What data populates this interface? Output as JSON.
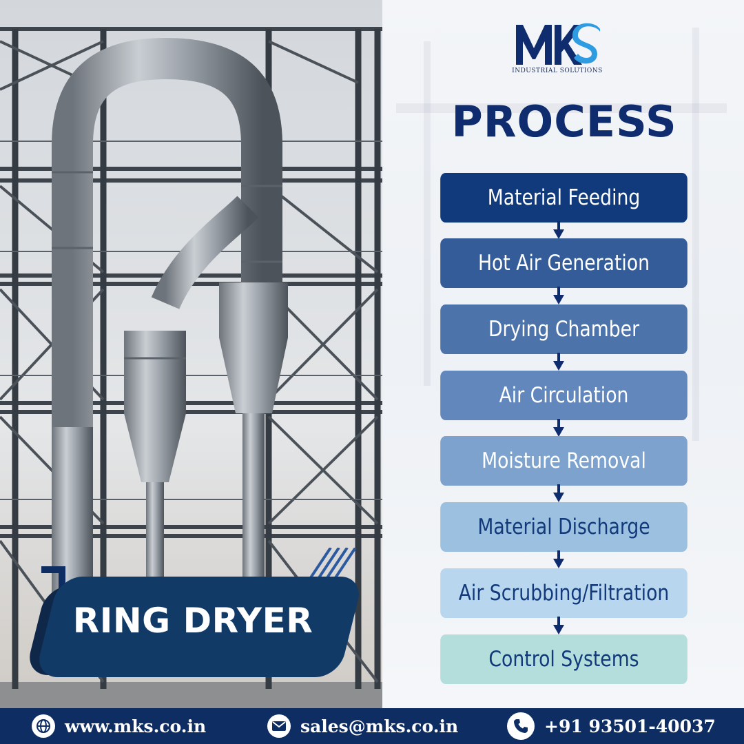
{
  "brand": {
    "logo_text": "MKS",
    "tagline": "INDUSTRIAL SOLUTIONS",
    "colors": {
      "primary": "#0f2d6e",
      "accent": "#2f9be0"
    }
  },
  "title": "PROCESS",
  "steps": [
    {
      "label": "Material Feeding",
      "bg": "#103a7c",
      "fg": "#ffffff"
    },
    {
      "label": "Hot Air Generation",
      "bg": "#345c98",
      "fg": "#ffffff"
    },
    {
      "label": "Drying Chamber",
      "bg": "#4d73ab",
      "fg": "#ffffff"
    },
    {
      "label": "Air Circulation",
      "bg": "#6287bd",
      "fg": "#ffffff"
    },
    {
      "label": "Moisture Removal",
      "bg": "#7ca2cd",
      "fg": "#ffffff"
    },
    {
      "label": "Material Discharge",
      "bg": "#9cc0e0",
      "fg": "#123a7a"
    },
    {
      "label": "Air Scrubbing/Filtration",
      "bg": "#b8d6ee",
      "fg": "#123a7a"
    },
    {
      "label": "Control Systems",
      "bg": "#b4dedb",
      "fg": "#123a7a"
    }
  ],
  "badge": {
    "label": "RING DRYER"
  },
  "footer": {
    "website": {
      "label": "www.mks.co.in",
      "icon": "globe-icon"
    },
    "email": {
      "label": "sales@mks.co.in",
      "icon": "envelope-icon"
    },
    "phone": {
      "label": "+91 93501-40037",
      "icon": "phone-icon"
    }
  }
}
